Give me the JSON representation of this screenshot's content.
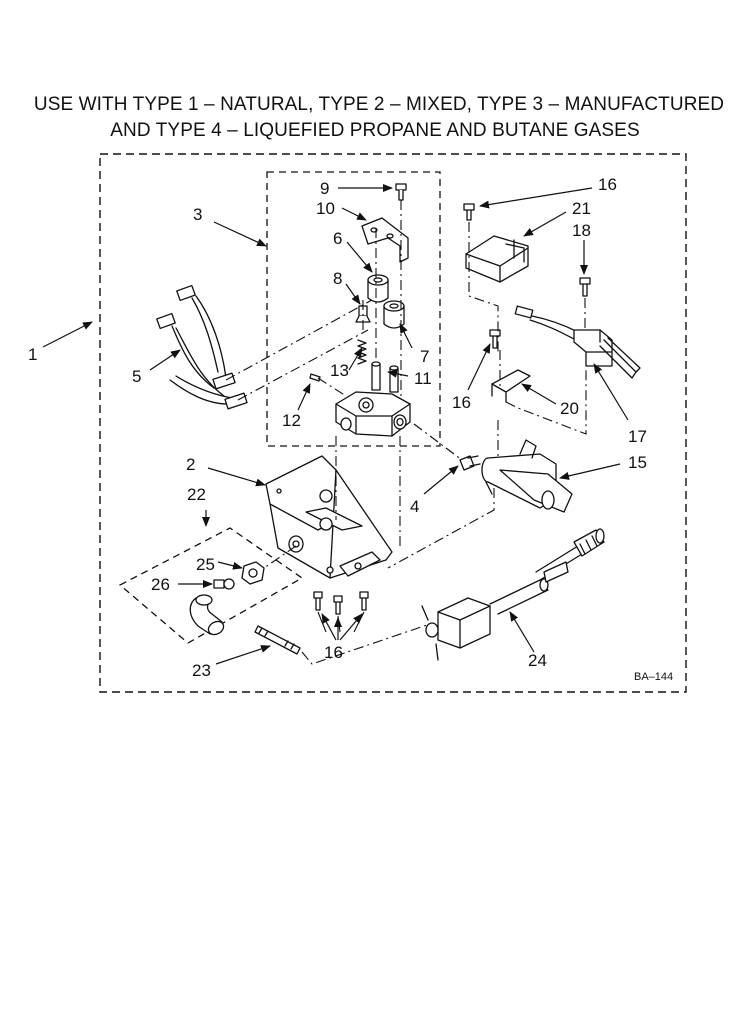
{
  "title": {
    "line1": "USE WITH TYPE 1 – NATURAL, TYPE 2 – MIXED, TYPE 3 – MANUFACTURED",
    "line2": "AND TYPE 4 – LIQUEFIED PROPANE AND BUTANE GASES"
  },
  "diagram_code": "BA–144",
  "callouts": {
    "c1": "1",
    "c2": "2",
    "c3": "3",
    "c4": "4",
    "c5": "5",
    "c6": "6",
    "c7": "7",
    "c8": "8",
    "c9": "9",
    "c10": "10",
    "c11": "11",
    "c12": "12",
    "c13": "13",
    "c15": "15",
    "c16a": "16",
    "c16b": "16",
    "c16c": "16",
    "c17": "17",
    "c18": "18",
    "c20": "20",
    "c21": "21",
    "c22": "22",
    "c23": "23",
    "c24": "24",
    "c25": "25",
    "c26": "26"
  }
}
